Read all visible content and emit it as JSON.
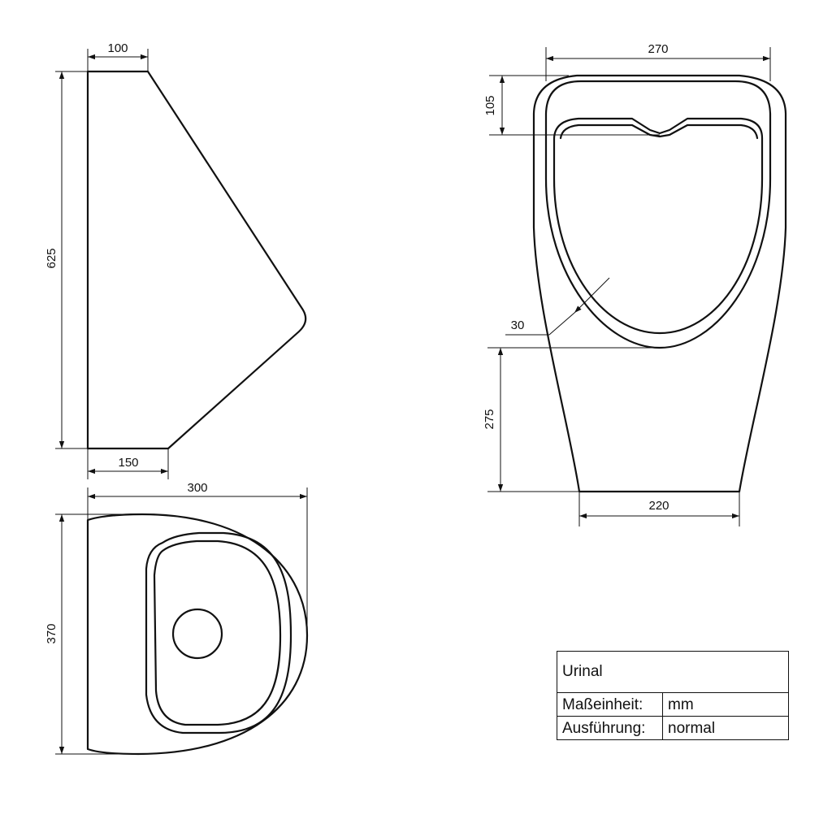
{
  "views": {
    "side": {
      "dims": {
        "top_depth": "100",
        "height": "625",
        "bottom_depth": "150"
      }
    },
    "top": {
      "dims": {
        "depth": "300",
        "width": "370"
      }
    },
    "front": {
      "dims": {
        "top_width": "270",
        "rim_height": "105",
        "rim_thickness": "30",
        "lower_height": "275",
        "bottom_width": "220"
      }
    }
  },
  "title_block": {
    "title": "Urinal",
    "rows": [
      {
        "label": "Maßeinheit:",
        "value": "mm"
      },
      {
        "label": "Ausführung:",
        "value": "normal"
      }
    ]
  }
}
